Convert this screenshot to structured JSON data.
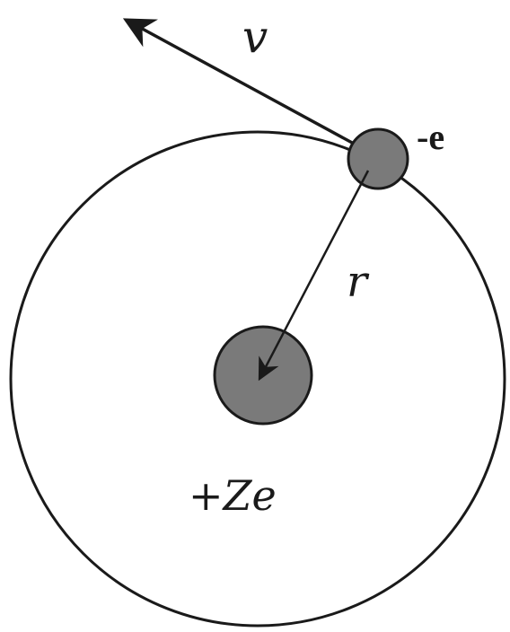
{
  "labels": {
    "velocity": "v",
    "electron_charge": "-e",
    "radius": "r",
    "nucleus_charge": "+Ze"
  },
  "colors": {
    "line": "#1a1a1a",
    "particle_fill": "#7a7a7a",
    "background": "#ffffff"
  }
}
